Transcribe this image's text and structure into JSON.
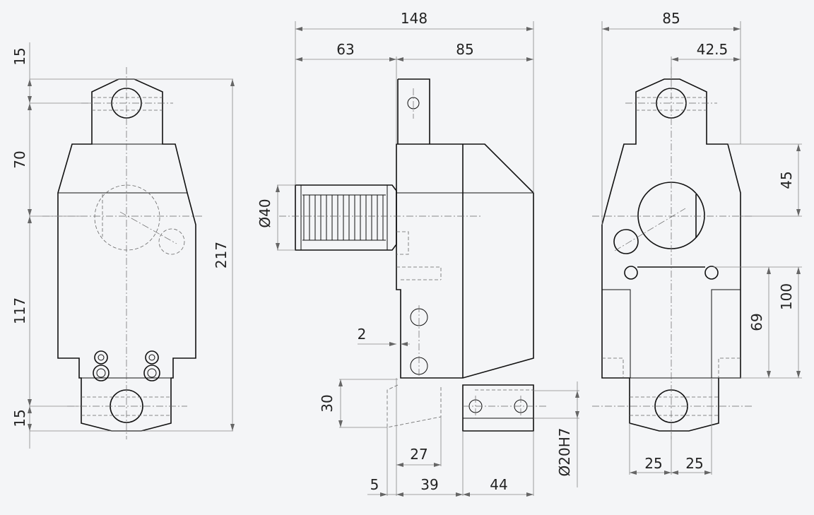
{
  "dimensions": {
    "left_view": {
      "top_tab": "15",
      "upper": "70",
      "lower": "117",
      "bottom_tab": "15",
      "overall": "217"
    },
    "middle_view": {
      "total_width": "148",
      "left_part": "63",
      "right_part": "85",
      "shank_diameter": "Ø40",
      "step": "2",
      "offset_height": "30",
      "inner_width": "27",
      "gap": "5",
      "base_left": "39",
      "base_right": "44",
      "bore": "Ø20H7"
    },
    "right_view": {
      "width": "85",
      "half_width": "42.5",
      "top_height": "45",
      "lower_height": "100",
      "inner_height": "69",
      "bottom_left": "25",
      "bottom_right": "25"
    }
  },
  "colors": {
    "background": "#f4f5f7",
    "outline": "#111111",
    "dimension": "#888888"
  }
}
